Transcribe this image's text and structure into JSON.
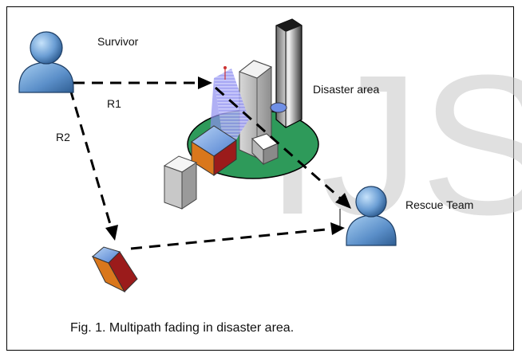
{
  "labels": {
    "survivor": "Survivor",
    "disaster_area": "Disaster area",
    "rescue_team": "Rescue Team",
    "path_r1": "R1",
    "path_r2": "R2"
  },
  "caption": "Fig. 1. Multipath fading in disaster area.",
  "watermark": "IJS",
  "colors": {
    "person_fill": "#5b8fc9",
    "ground_fill": "#2e9a5a",
    "block_red": "#9b1b1b",
    "block_orange": "#d9771c",
    "block_blue": "#6a93d8",
    "signal_beam": "#8f8ff0",
    "watermark": "#c8c8c8"
  },
  "icons": [
    "survivor-person-icon",
    "rescue-team-person-icon",
    "reflector-block-icon",
    "building-icon"
  ]
}
